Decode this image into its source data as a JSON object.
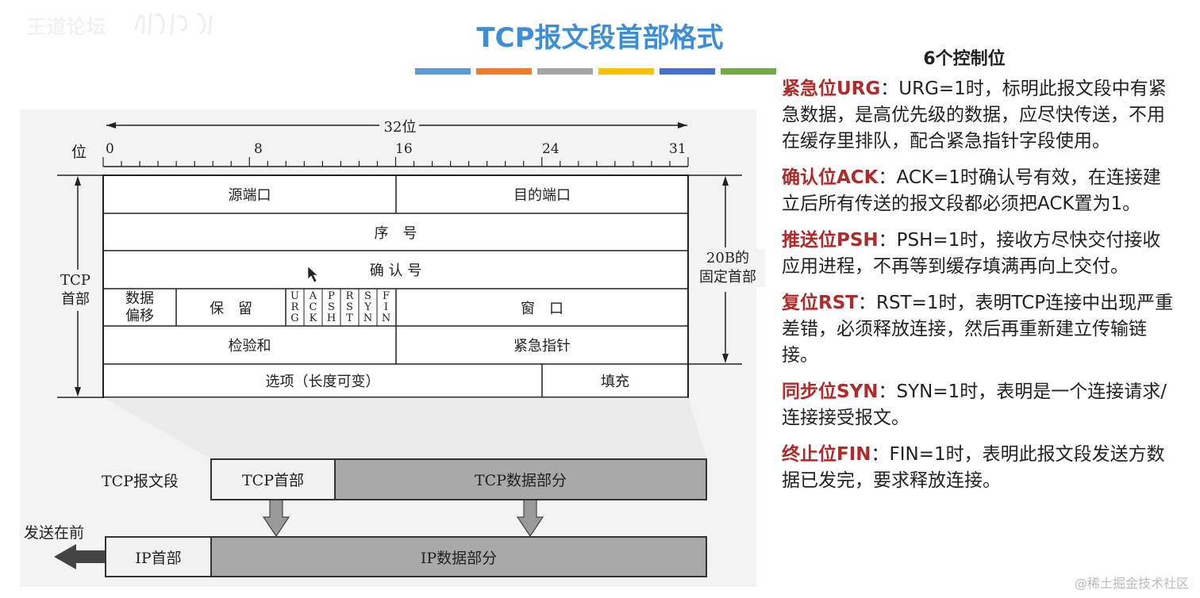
{
  "watermark": "王道论坛",
  "title": "TCP报文段首部格式",
  "stripe_colors": [
    "#5b9bd5",
    "#ed7d31",
    "#a5a5a5",
    "#ffc000",
    "#4472c4",
    "#70ad47"
  ],
  "diagram": {
    "width_label": "32位",
    "bit_label": "位",
    "bit_ticks": [
      "0",
      "8",
      "16",
      "24",
      "31"
    ],
    "side_left": [
      "TCP",
      "首部"
    ],
    "side_right": [
      "20B的",
      "固定首部"
    ],
    "rows": {
      "src_port": "源端口",
      "dst_port": "目的端口",
      "seq": "序　号",
      "ack_num": "确 认 号",
      "data_offset": [
        "数据",
        "偏移"
      ],
      "reserved": "保　留",
      "flags": [
        "URG",
        "ACK",
        "PSH",
        "RST",
        "SYN",
        "FIN"
      ],
      "window": "窗　口",
      "checksum": "检验和",
      "urgent_ptr": "紧急指针",
      "options": "选项（长度可变）",
      "padding": "填充"
    },
    "segment_label": "TCP报文段",
    "tcp_header": "TCP首部",
    "tcp_data": "TCP数据部分",
    "send_first": "发送在前",
    "ip_header": "IP首部",
    "ip_data": "IP数据部分"
  },
  "panel": {
    "heading": "6个控制位",
    "items": [
      {
        "name": "紧急位URG",
        "text": "：URG=1时，标明此报文段中有紧急数据，是高优先级的数据，应尽快传送，不用在缓存里排队，配合紧急指针字段使用。"
      },
      {
        "name": "确认位ACK",
        "text": "：ACK=1时确认号有效，在连接建立后所有传送的报文段都必须把ACK置为1。"
      },
      {
        "name": "推送位PSH",
        "text": "：PSH=1时，接收方尽快交付接收应用进程，不再等到缓存填满再向上交付。"
      },
      {
        "name": "复位RST",
        "text": "：RST=1时，表明TCP连接中出现严重差错，必须释放连接，然后再重新建立传输链接。"
      },
      {
        "name": "同步位SYN",
        "text": "：SYN=1时，表明是一个连接请求/连接接受报文。"
      },
      {
        "name": "终止位FIN",
        "text": "：FIN=1时，表明此报文段发送方数据已发完，要求释放连接。"
      }
    ]
  },
  "footer_watermark": "@稀土掘金技术社区"
}
